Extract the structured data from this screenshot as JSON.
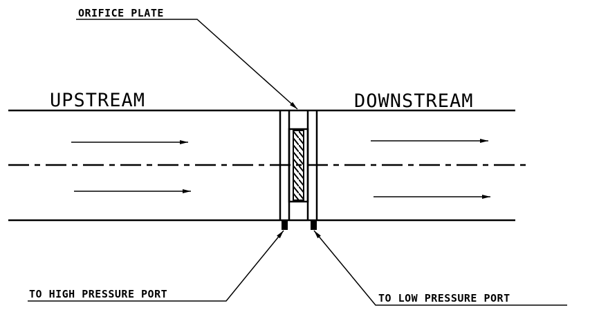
{
  "labels": {
    "orifice_plate": "ORIFICE PLATE",
    "upstream": "UPSTREAM",
    "downstream": "DOWNSTREAM",
    "high_port": "TO HIGH PRESSURE PORT",
    "low_port": "TO LOW PRESSURE PORT"
  },
  "colors": {
    "ink": "#000000",
    "background": "#ffffff"
  }
}
